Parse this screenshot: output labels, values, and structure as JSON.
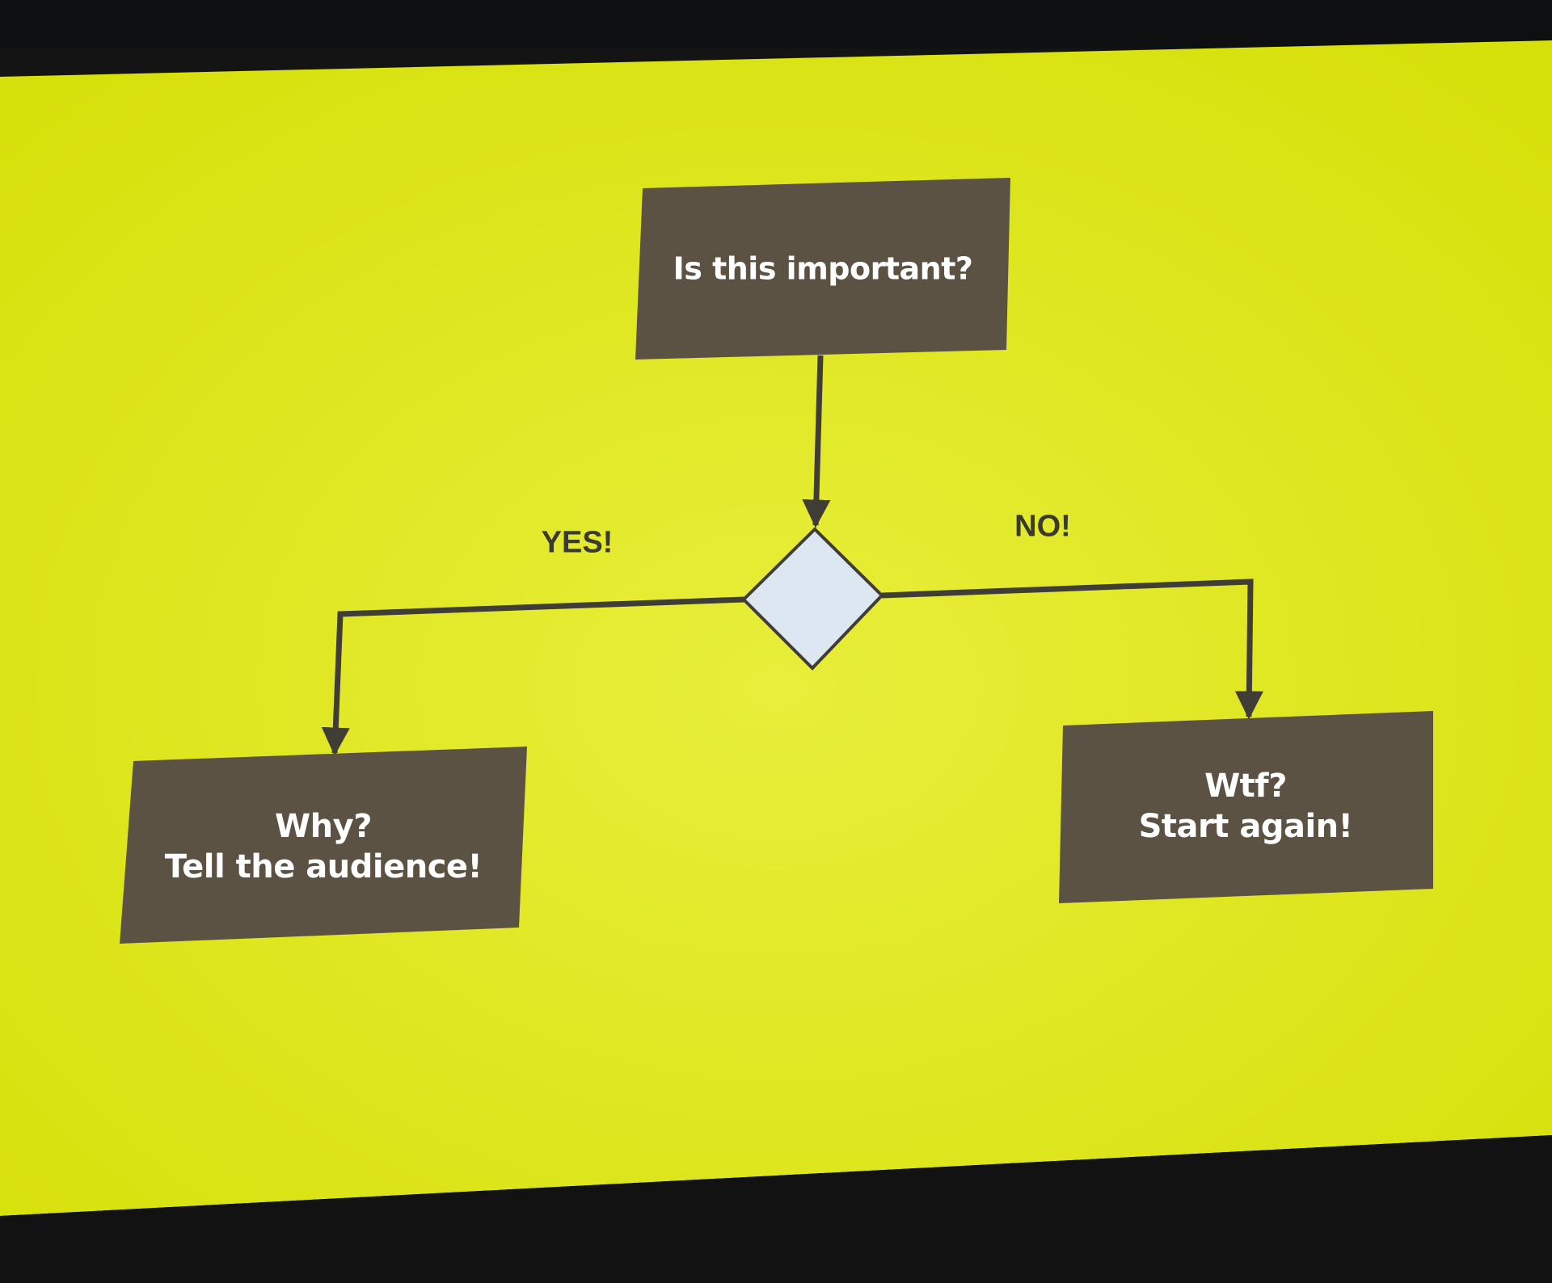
{
  "colors": {
    "slide_background": "#dde60f",
    "room_background": "#151515",
    "box_fill": "#5c5244",
    "box_text": "#ffffff",
    "decision_fill": "#dde7f2",
    "connector": "#3f3d35"
  },
  "flowchart": {
    "question": "Is this important?",
    "yes_label": "YES!",
    "no_label": "NO!",
    "yes_outcome": {
      "line1": "Why?",
      "line2": "Tell the audience!"
    },
    "no_outcome": {
      "line1": "Wtf?",
      "line2": "Start again!"
    }
  }
}
